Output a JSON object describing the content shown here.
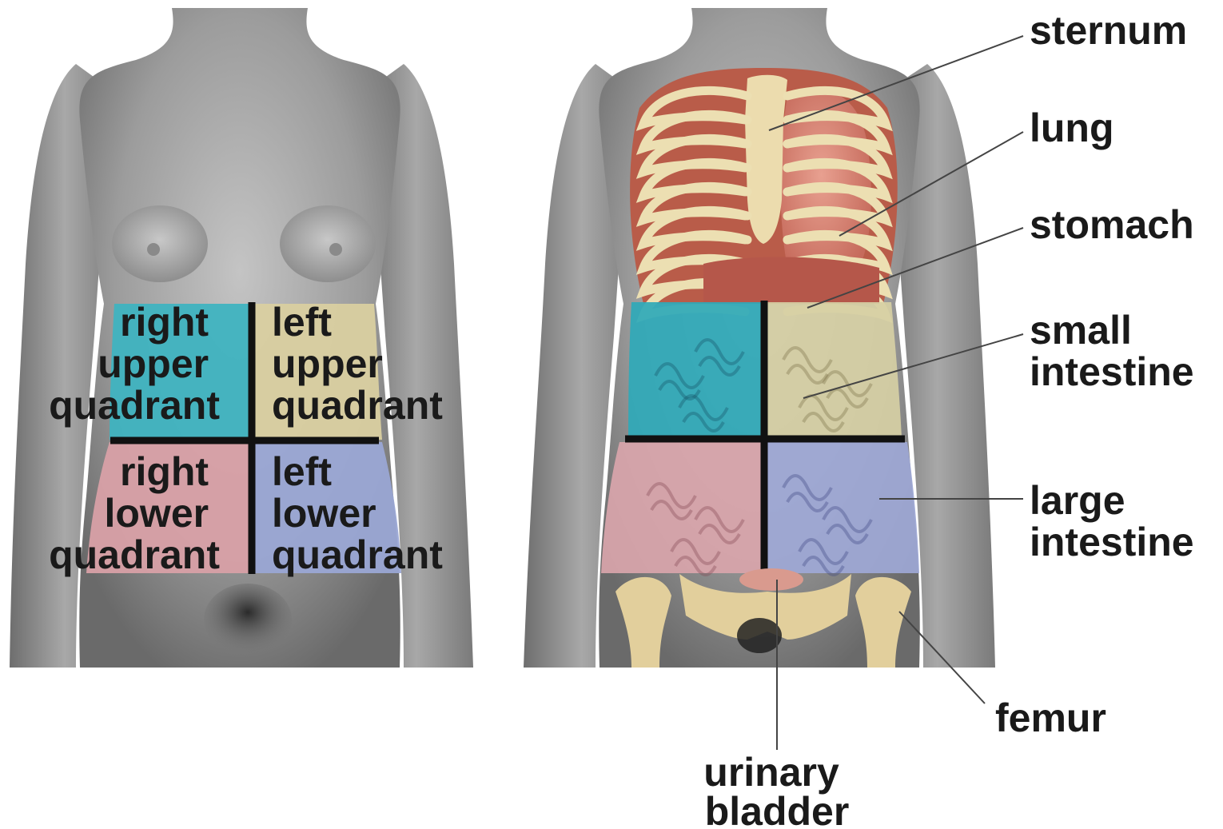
{
  "left_figure": {
    "quadrants": [
      {
        "id": "ruq",
        "lines": [
          "right",
          "upper",
          "quadrant"
        ],
        "color": "#3fb3c0"
      },
      {
        "id": "luq",
        "lines": [
          "left",
          "upper",
          "quadrant"
        ],
        "color": "#d9cfa0"
      },
      {
        "id": "rlq",
        "lines": [
          "right",
          "lower",
          "quadrant"
        ],
        "color": "#d8a0a6"
      },
      {
        "id": "llq",
        "lines": [
          "left",
          "lower",
          "quadrant"
        ],
        "color": "#9aa6d4"
      }
    ]
  },
  "right_figure": {
    "labels": {
      "sternum": [
        "sternum"
      ],
      "lung": [
        "lung"
      ],
      "stomach": [
        "stomach"
      ],
      "small_intestine": [
        "small",
        "intestine"
      ],
      "large_intestine": [
        "large",
        "intestine"
      ],
      "femur": [
        "femur"
      ],
      "urinary_bladder": [
        "urinary",
        "bladder"
      ]
    },
    "colors": {
      "ruq": "#2fa9b8",
      "luq": "#d6cfa4",
      "rlq": "#d9a5ab",
      "llq": "#9ea8d6",
      "rib": "#ecdfb2",
      "muscle": "#c8604c",
      "bone": "#e6d6a8"
    }
  },
  "colors": {
    "skin": "#9a9a9a",
    "skin_dark": "#6e6e6e",
    "divider": "#111111",
    "text": "#1a1a1a"
  }
}
